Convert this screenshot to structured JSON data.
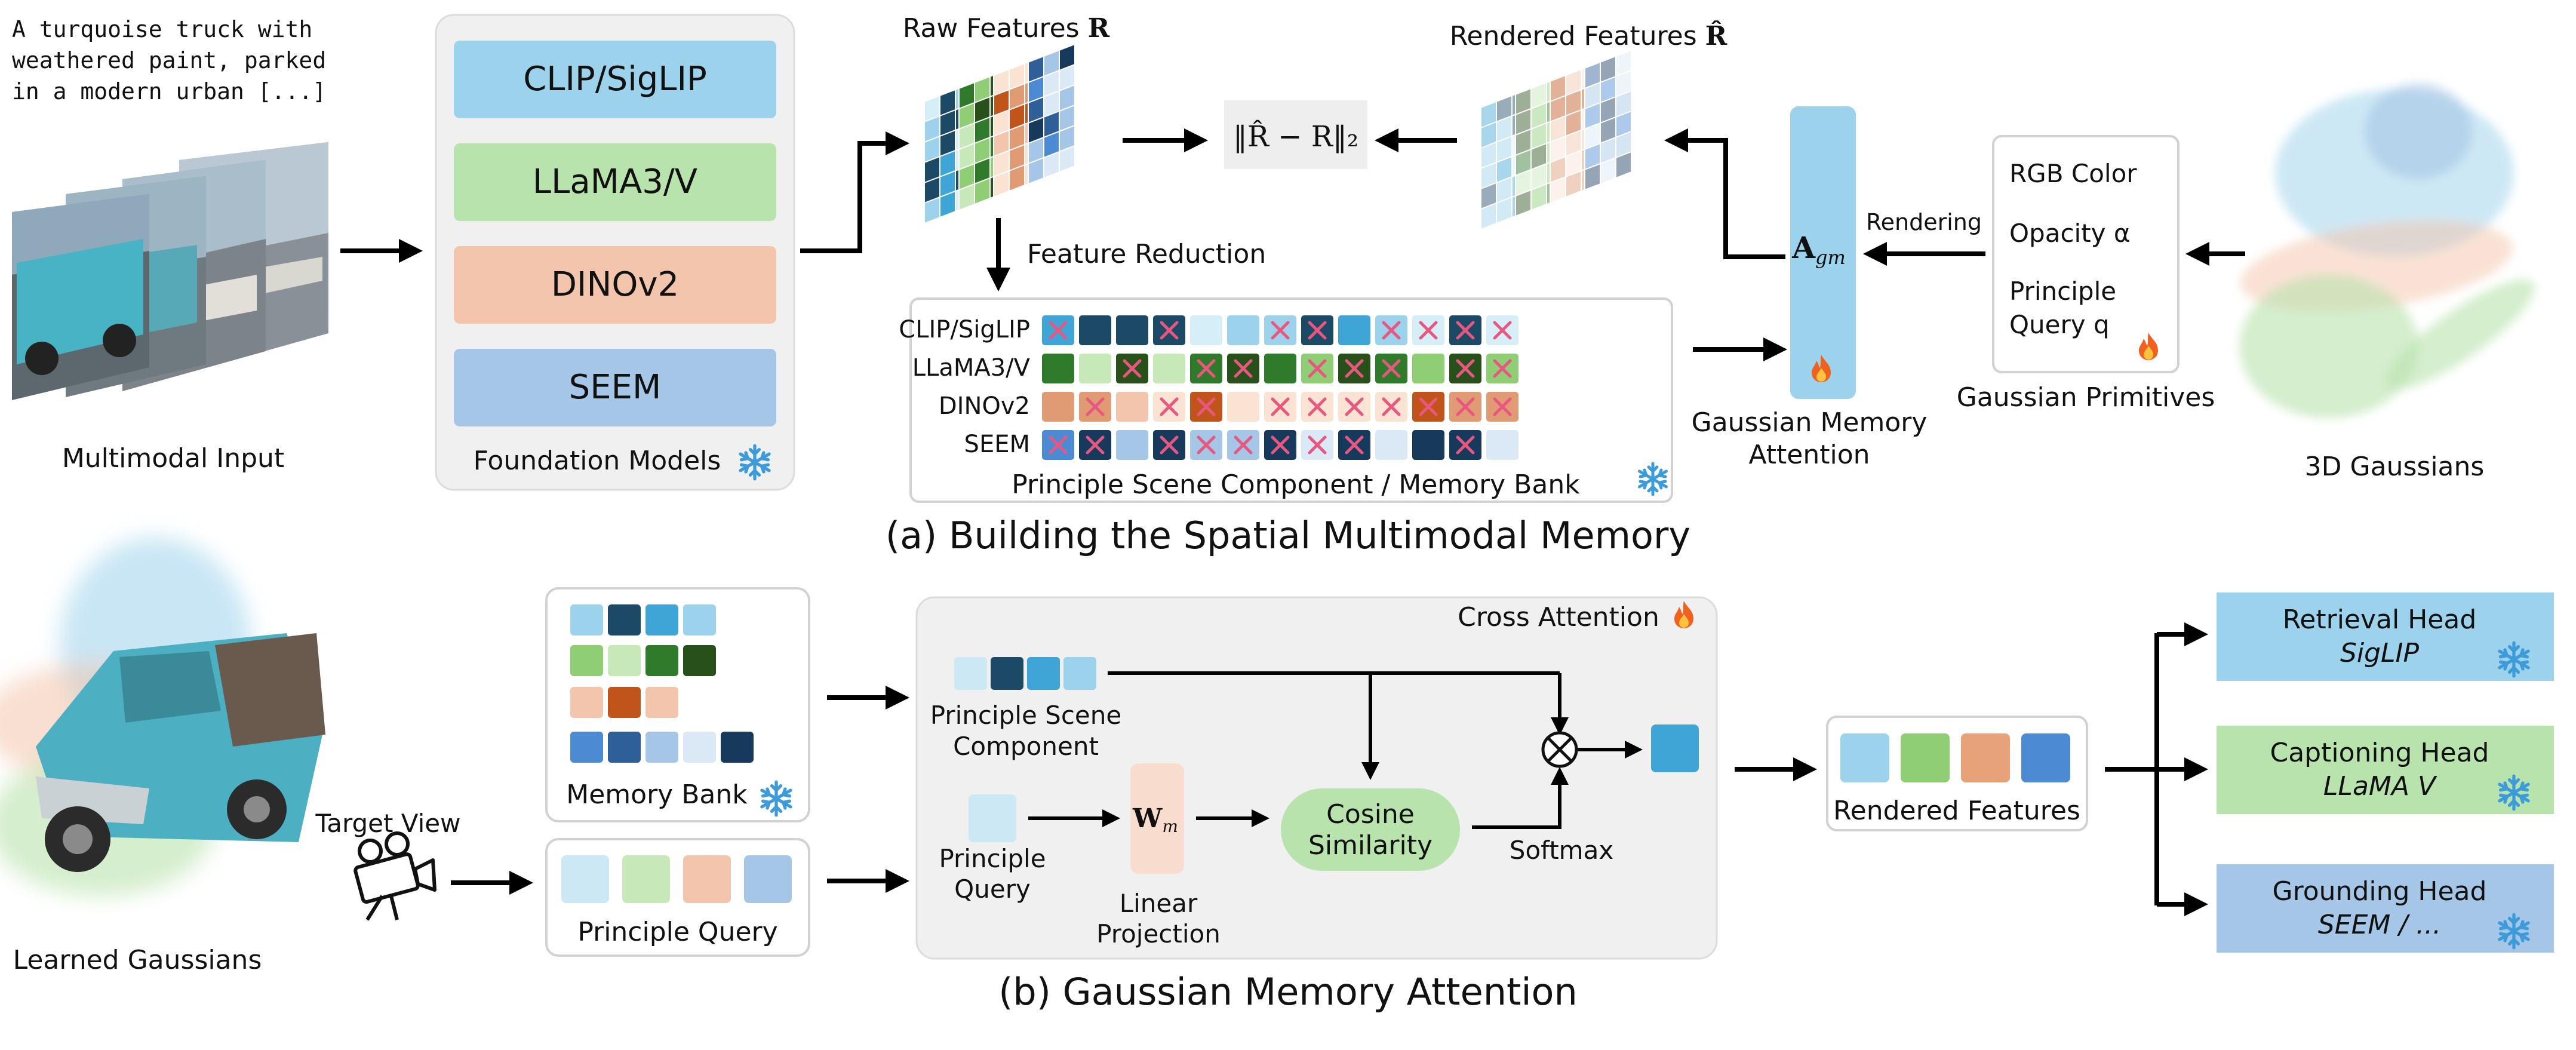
{
  "colors": {
    "clip": "#9cd2ec",
    "llama": "#b9e3ad",
    "dino": "#f3c5ac",
    "seem": "#a5c6e6",
    "panel_bg": "#f0f0f0",
    "cross": "#e8577f",
    "arrow": "#000000",
    "fire": "#f0611f",
    "snow": "#3c9bd8"
  },
  "palettes": {
    "clip": [
      "#d6eef8",
      "#1c4a66",
      "#9cd2ec",
      "#3fa5d6"
    ],
    "llama": [
      "#8fce75",
      "#c7e8b9",
      "#2f7a2b",
      "#27501a"
    ],
    "dino": [
      "#f3c5ac",
      "#e09b74",
      "#c1541b",
      "#fbe3d4"
    ],
    "seem": [
      "#4c8ad4",
      "#2f5f99",
      "#a5c6e6",
      "#dbe9f6",
      "#17395c"
    ]
  },
  "part_a": {
    "caption": "(a) Building the Spatial Multimodal Memory",
    "input_text": [
      "A turquoise truck with",
      "weathered paint, parked",
      "in a modern urban [...]"
    ],
    "input_label": "Multimodal Input",
    "foundation_models": [
      "CLIP/SigLIP",
      "LLaMA3/V",
      "DINOv2",
      "SEEM"
    ],
    "foundation_label": "Foundation Models",
    "raw_features_label": "Raw Features",
    "raw_features_symbol": "R",
    "rendered_features_label": "Rendered Features",
    "rendered_features_symbol": "R̂",
    "loss_formula": "‖R̂ − R‖₂",
    "feature_reduction_label": "Feature Reduction",
    "memory_rows": [
      "CLIP/SigLIP",
      "LLaMA3/V",
      "DINOv2",
      "SEEM"
    ],
    "memory_caption": "Principle Scene Component / Memory Bank",
    "attention_symbol": "A",
    "attention_subscript": "gm",
    "attention_label": [
      "Gaussian Memory",
      "Attention"
    ],
    "rendering_label": "Rendering",
    "primitive_items": [
      "RGB Color",
      "Opacity α",
      "Principle",
      "Query q"
    ],
    "primitives_label": "Gaussian Primitives",
    "gaussians_label": "3D Gaussians"
  },
  "part_b": {
    "caption": "(b) Gaussian Memory Attention",
    "learned_label": "Learned Gaussians",
    "target_view_label": "Target View",
    "memory_bank_label": "Memory Bank",
    "principle_query_label": "Principle Query",
    "cross_attention_label": "Cross Attention",
    "psc_label": [
      "Principle Scene",
      "Component"
    ],
    "pq_label": [
      "Principle",
      "Query"
    ],
    "weight_symbol": "W",
    "weight_subscript": "m",
    "linear_label": [
      "Linear",
      "Projection"
    ],
    "cosine_label": [
      "Cosine",
      "Similarity"
    ],
    "softmax_label": "Softmax",
    "rendered_features_label": "Rendered Features",
    "heads": [
      {
        "name": "Retrieval Head",
        "model": "SigLIP"
      },
      {
        "name": "Captioning Head",
        "model": "LLaMA V"
      },
      {
        "name": "Grounding Head",
        "model": "SEEM / ..."
      }
    ]
  }
}
